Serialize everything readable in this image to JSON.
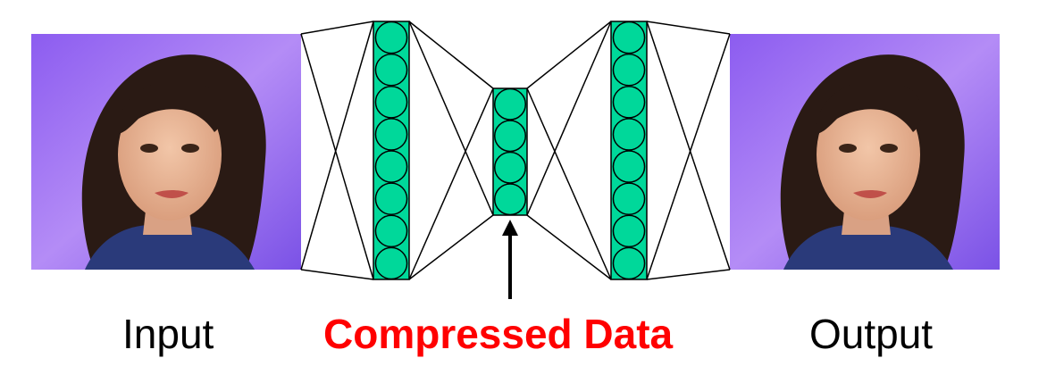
{
  "captions": {
    "input": "Input",
    "compressed": "Compressed Data",
    "output": "Output"
  },
  "colors": {
    "node_fill": "#00d89a",
    "node_stroke": "#000000",
    "line": "#000000",
    "highlight_text": "#ff0000"
  },
  "layers": {
    "outer_node_count": 8,
    "bottleneck_node_count": 4
  },
  "images": {
    "input": "portrait-photo",
    "output": "portrait-photo"
  }
}
